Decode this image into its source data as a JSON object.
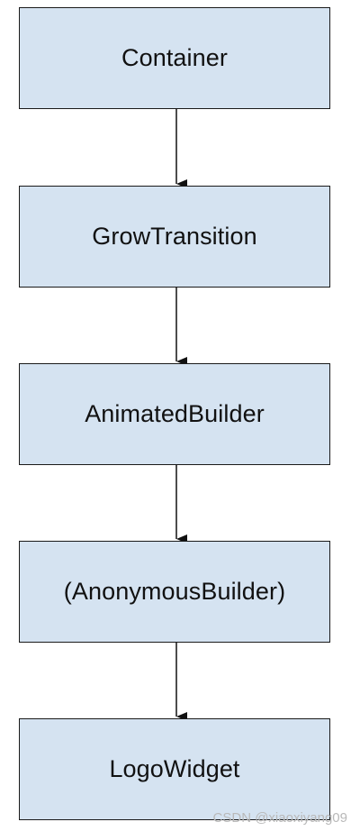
{
  "nodes": [
    {
      "label": "Container"
    },
    {
      "label": "GrowTransition"
    },
    {
      "label": "AnimatedBuilder"
    },
    {
      "label": "(AnonymousBuilder)"
    },
    {
      "label": "LogoWidget"
    }
  ],
  "edges": [
    {
      "from": "Container",
      "to": "GrowTransition"
    },
    {
      "from": "GrowTransition",
      "to": "AnimatedBuilder"
    },
    {
      "from": "AnimatedBuilder",
      "to": "(AnonymousBuilder)"
    },
    {
      "from": "(AnonymousBuilder)",
      "to": "LogoWidget"
    }
  ],
  "colors": {
    "node_fill": "#d5e3f1",
    "node_border": "#1a1a1a",
    "edge": "#111111"
  },
  "watermark": "CSDN @xiaoxiyang09"
}
